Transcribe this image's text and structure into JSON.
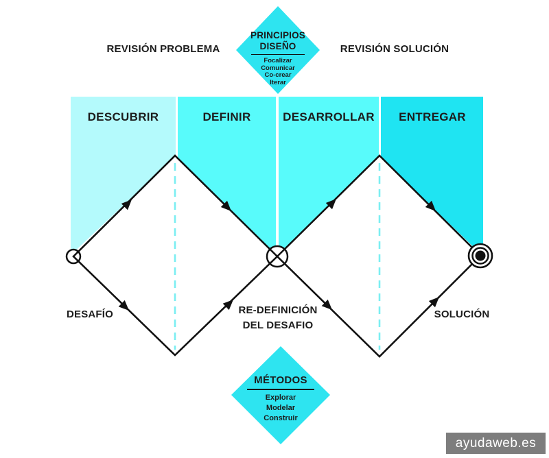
{
  "principles_diamond": {
    "title_line1": "PRINCIPIOS",
    "title_line2": "DISEÑO",
    "items": [
      "Focalizar",
      "Comunicar",
      "Co-crear",
      "Iterar"
    ]
  },
  "methods_diamond": {
    "title": "MÉTODOS",
    "items": [
      "Explorar",
      "Modelar",
      "Construir"
    ]
  },
  "review_labels": {
    "problem": "REVISIÓN PROBLEMA",
    "solution": "REVISIÓN SOLUCIÓN"
  },
  "phases": [
    {
      "label": "DESCUBRIR",
      "color": "#b4fafc"
    },
    {
      "label": "DEFINIR",
      "color": "#58fbfb"
    },
    {
      "label": "DESARROLLAR",
      "color": "#58fbfb"
    },
    {
      "label": "ENTREGAR",
      "color": "#1fe4f2"
    }
  ],
  "flow_labels": {
    "start": "DESAFÍO",
    "middle_line1": "RE-DEFINICIÓN",
    "middle_line2": "DEL DESAFIO",
    "end": "SOLUCIÓN"
  },
  "watermark": {
    "text": "ayudaweb.es",
    "background": "#7d7d7d",
    "text_color": "#ffffff"
  },
  "colors": {
    "diamond_fill": "#2ee4f0",
    "dashed_line": "#7beef2",
    "stroke": "#111111"
  }
}
